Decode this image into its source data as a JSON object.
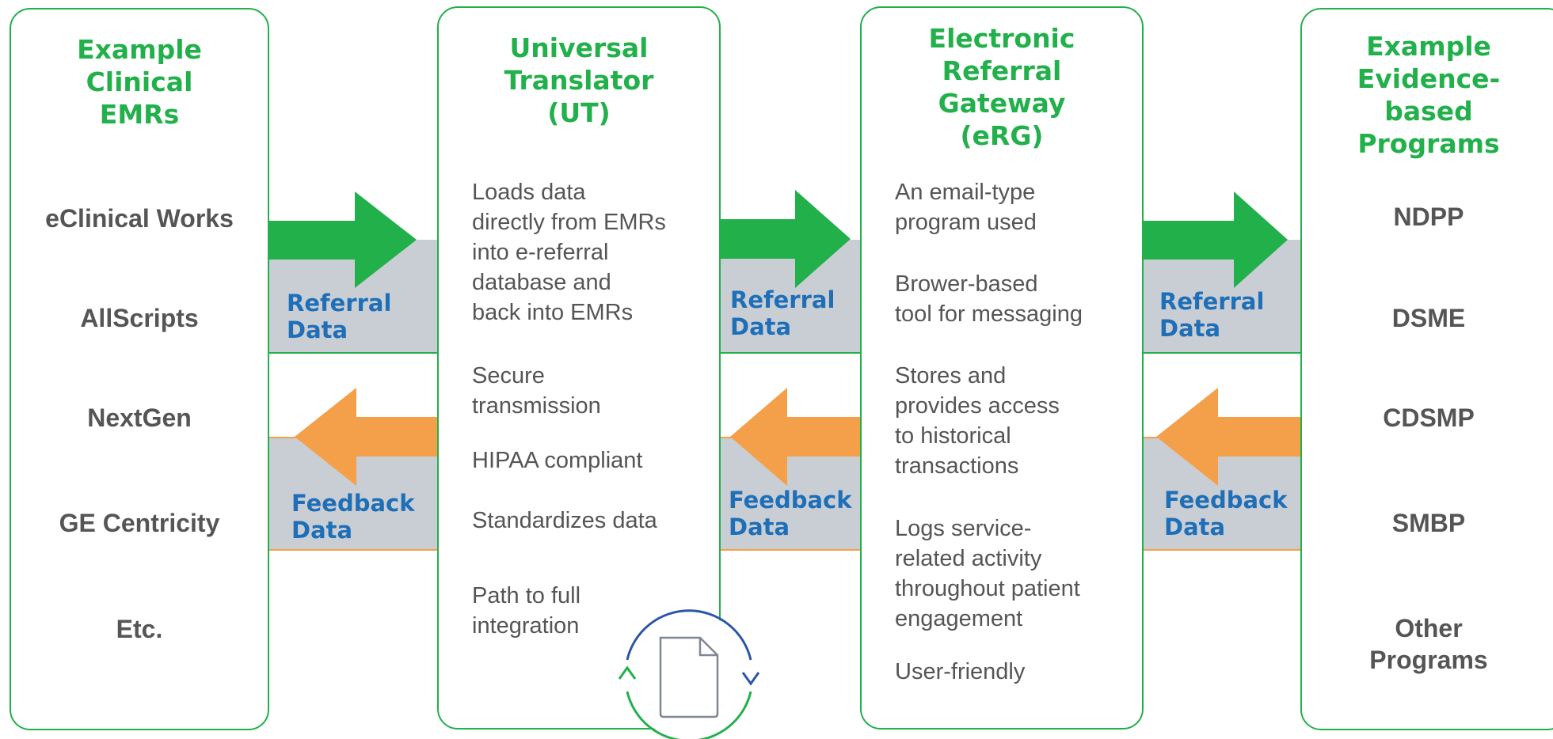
{
  "colors": {
    "green": "#22b04b",
    "orange": "#f4a04a",
    "blue_label": "#1f6fb8",
    "gray_text": "#555555",
    "band_gray": "#c9ced4",
    "icon_blue": "#2a55a8"
  },
  "columns": {
    "emrs": {
      "title_lines": [
        "Example",
        "Clinical",
        "EMRs"
      ],
      "items": [
        [
          "eClinical Works"
        ],
        [
          "AllScripts"
        ],
        [
          "NextGen"
        ],
        [
          "GE Centricity"
        ],
        [
          "Etc."
        ]
      ]
    },
    "ut": {
      "title_lines": [
        "Universal",
        "Translator",
        "(UT)"
      ],
      "paragraphs": [
        [
          "Loads data",
          "directly from EMRs",
          "into e-referral",
          "database and",
          "back into EMRs"
        ],
        [
          "Secure",
          "transmission"
        ],
        [
          "HIPAA compliant"
        ],
        [
          "Standardizes data"
        ],
        [
          "Path to full",
          "integration"
        ]
      ],
      "icon": "document-sync-icon"
    },
    "erg": {
      "title_lines": [
        "Electronic",
        "Referral",
        "Gateway",
        "(eRG)"
      ],
      "paragraphs": [
        [
          "An email-type",
          "program used"
        ],
        [
          "Brower-based",
          "tool for messaging"
        ],
        [
          "Stores and",
          "provides access",
          "to historical",
          "transactions"
        ],
        [
          "Logs service-",
          "related activity",
          "throughout patient",
          "engagement"
        ],
        [
          "User-friendly"
        ]
      ]
    },
    "programs": {
      "title_lines": [
        "Example",
        "Evidence-",
        "based",
        "Programs"
      ],
      "items": [
        [
          "NDPP"
        ],
        [
          "DSME"
        ],
        [
          "CDSMP"
        ],
        [
          "SMBP"
        ],
        [
          "Other",
          "Programs"
        ]
      ]
    }
  },
  "connectors": {
    "referral_label_lines": [
      "Referral",
      "Data"
    ],
    "feedback_label_lines": [
      "Feedback",
      "Data"
    ],
    "referral_arrow": "right-arrow-icon",
    "feedback_arrow": "left-arrow-icon"
  }
}
